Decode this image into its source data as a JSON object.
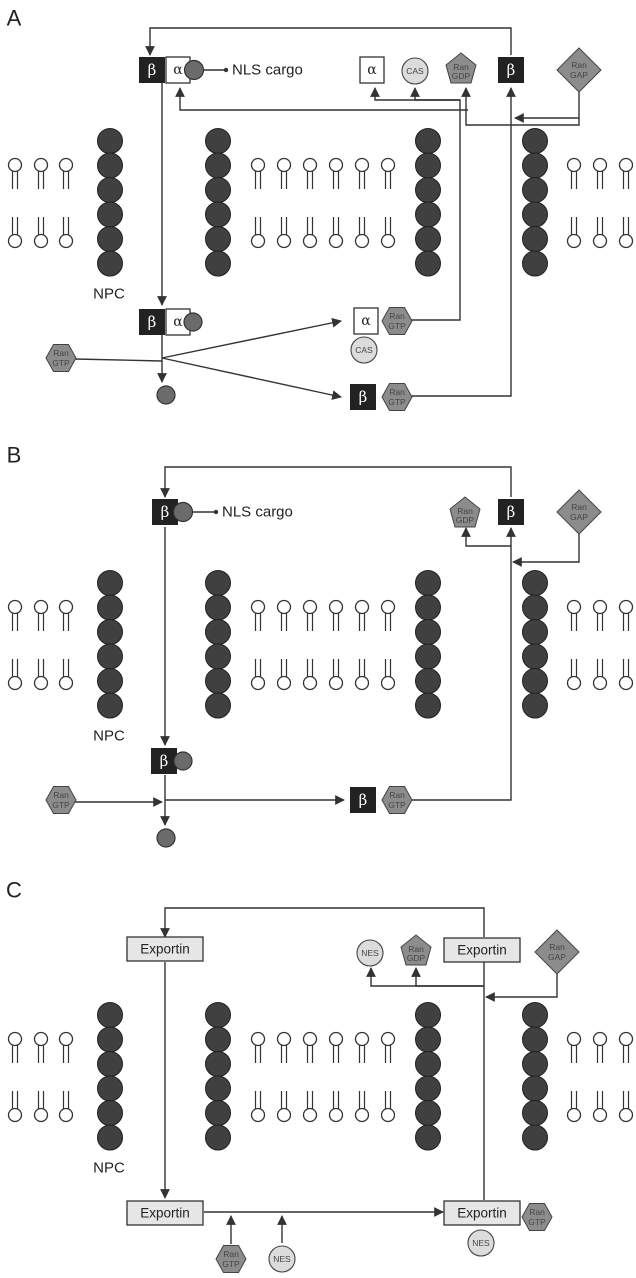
{
  "panels": [
    "A",
    "B",
    "C"
  ],
  "npc_label": "NPC",
  "nls_cargo": "NLS cargo",
  "beta": "β",
  "alpha": "α",
  "cas": "CAS",
  "ran": "Ran",
  "gtp": "GTP",
  "gdp": "GDP",
  "gap": "GAP",
  "nes": "NES",
  "exportin": "Exportin",
  "colors": {
    "dark": "#333333",
    "mid": "#8c8c8c",
    "light_fill": "#dcdcdc",
    "white": "#ffffff"
  }
}
